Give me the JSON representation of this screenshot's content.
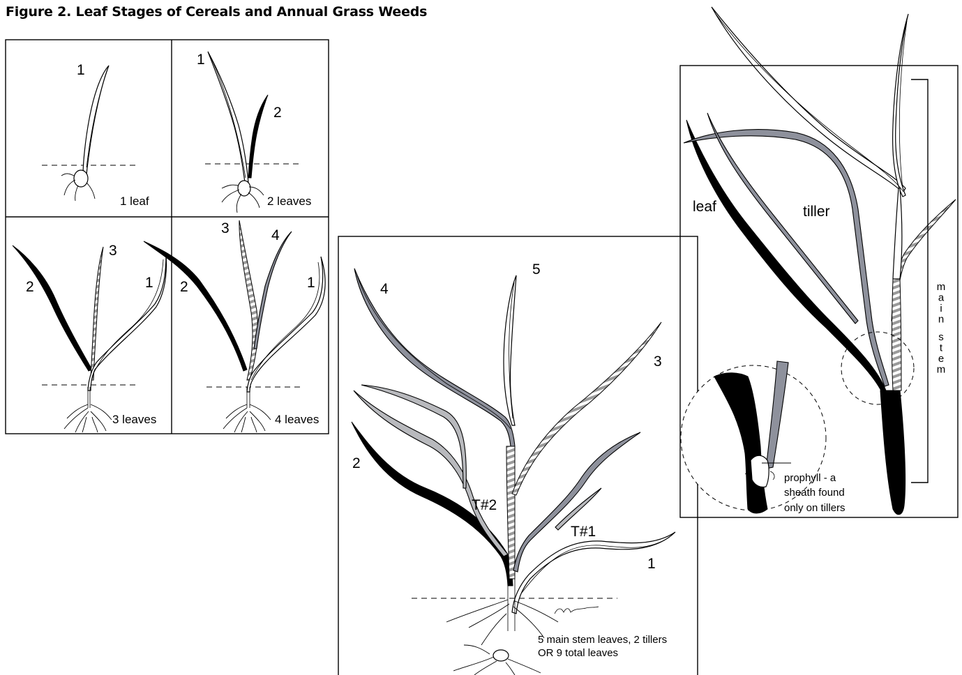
{
  "figure": {
    "title": "Figure 2. Leaf Stages of Cereals and Annual Grass Weeds"
  },
  "panel_1leaf": {
    "leaf_numbers": [
      "1"
    ],
    "caption": "1 leaf"
  },
  "panel_2leaves": {
    "leaf_numbers": [
      "1",
      "2"
    ],
    "caption": "2 leaves"
  },
  "panel_3leaves": {
    "leaf_numbers": [
      "2",
      "3",
      "1"
    ],
    "caption": "3 leaves"
  },
  "panel_4leaves": {
    "leaf_numbers": [
      "3",
      "4",
      "2",
      "1"
    ],
    "caption": "4 leaves"
  },
  "panel_tillers": {
    "leaf_numbers": [
      "5",
      "4",
      "3",
      "2",
      "1"
    ],
    "tiller_labels": [
      "T#2",
      "T#1"
    ],
    "caption_line1": "5 main stem leaves, 2 tillers",
    "caption_line2": "OR 9 total leaves"
  },
  "panel_detail": {
    "label_leaf": "leaf",
    "label_tiller": "tiller",
    "label_main_stem": "main stem",
    "prophyll_line1": "prophyll - a",
    "prophyll_line2": "sheath found",
    "prophyll_line3": "only on tillers"
  },
  "colors": {
    "leaf_black": "#000000",
    "leaf_grey": "#8e919c",
    "leaf_light_grey": "#b8b9bd",
    "stripe_grey": "#9a9a9a"
  }
}
